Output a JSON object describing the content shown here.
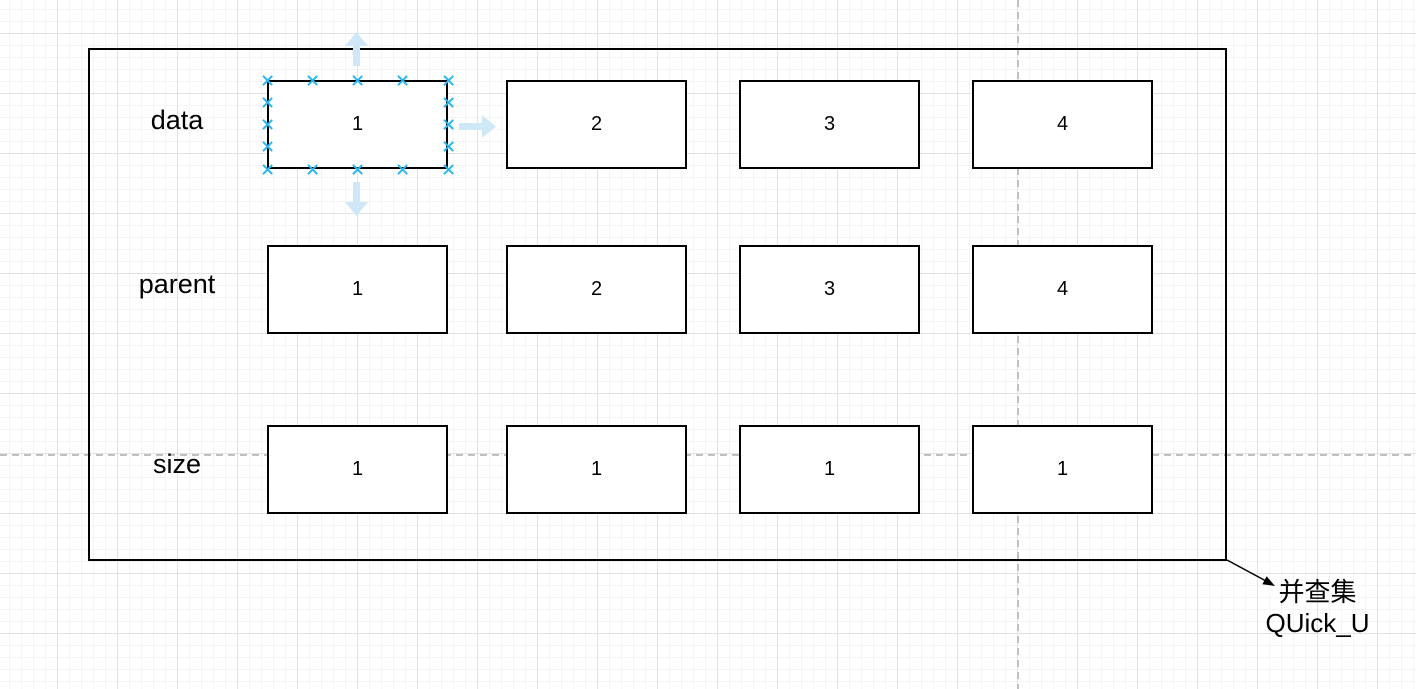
{
  "rows": [
    {
      "label": "data",
      "cells": [
        "1",
        "2",
        "3",
        "4"
      ]
    },
    {
      "label": "parent",
      "cells": [
        "1",
        "2",
        "3",
        "4"
      ]
    },
    {
      "label": "size",
      "cells": [
        "1",
        "1",
        "1",
        "1"
      ]
    }
  ],
  "annotation": {
    "line1": "并查集",
    "line2": "QUick_U"
  },
  "icons": {
    "connection_point": "x-cross",
    "direction_up": "up-arrow",
    "direction_right": "right-arrow",
    "direction_down": "down-arrow",
    "edge_pointer": "filled-arrowhead"
  },
  "colors": {
    "selection_accent": "#29b6f2",
    "direction_arrow_fill": "#cfe8f8",
    "shape_stroke": "#000000",
    "grid_minor": "#f4f4f4",
    "grid_major": "#e2e2e2",
    "page_guide": "#c0c0c0",
    "canvas_bg": "#ffffff"
  }
}
